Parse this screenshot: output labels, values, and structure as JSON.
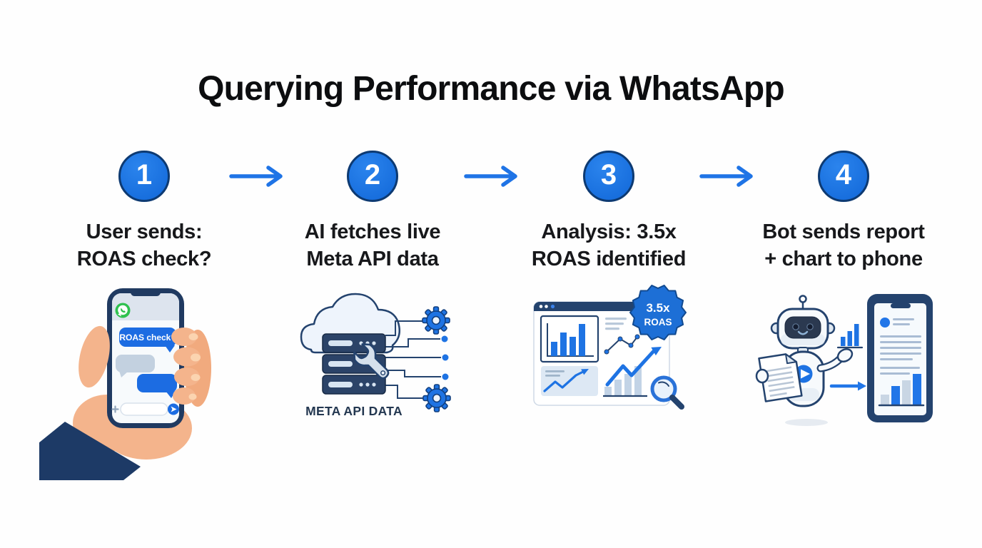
{
  "title": "Querying Performance via WhatsApp",
  "steps": [
    {
      "number": "1",
      "caption_line1": "User sends:",
      "caption_line2": "ROAS check?"
    },
    {
      "number": "2",
      "caption_line1": "AI fetches live",
      "caption_line2": "Meta API data"
    },
    {
      "number": "3",
      "caption_line1": "Analysis: 3.5x",
      "caption_line2": "ROAS identified"
    },
    {
      "number": "4",
      "caption_line1": "Bot sends report",
      "caption_line2": "+ chart to phone"
    }
  ],
  "illustrations": {
    "phone_chat": {
      "message": "ROAS check?"
    },
    "server": {
      "label": "META API DATA"
    },
    "dashboard": {
      "badge_top": "3.5x",
      "badge_bottom": "ROAS"
    }
  },
  "icons": {
    "flow_arrow": "right-arrow",
    "whatsapp": "phone-in-speech-bubble",
    "plus": "plus",
    "send": "send-arrow",
    "gear": "cog",
    "wrench": "wrench",
    "magnifier": "magnifying-glass",
    "play": "play-button"
  },
  "colors": {
    "accent_blue": "#1a73e8",
    "badge_blue": "#1d6fd6",
    "dark_navy": "#24436e",
    "whatsapp_green": "#2fc14f",
    "skin_tone": "#f4b48c",
    "panel_light_blue": "#dde8f4",
    "line_gray": "#b9c9da"
  }
}
